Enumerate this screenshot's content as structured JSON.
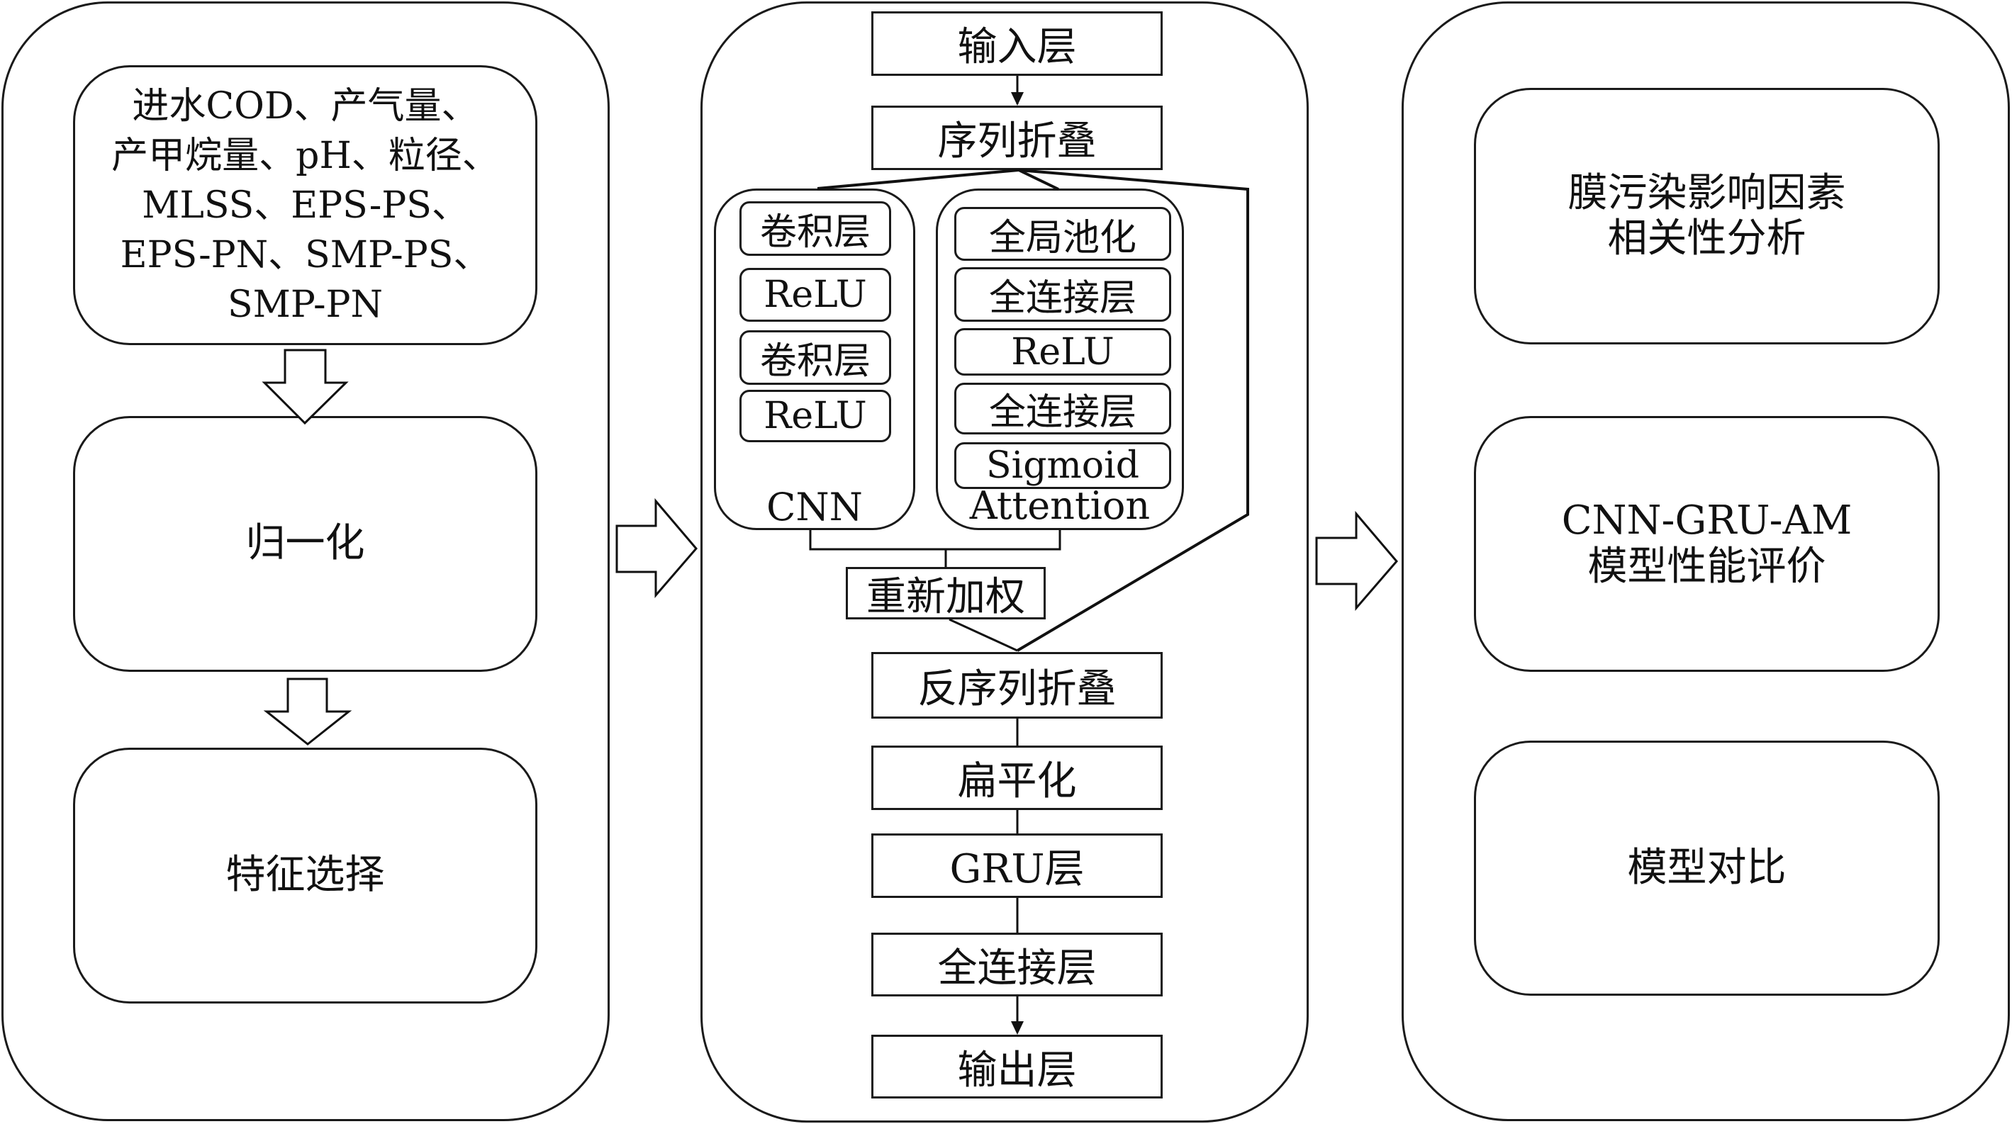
{
  "left_panel": {
    "inputs": {
      "lines": [
        "进水COD、产气量、",
        "产甲烷量、pH、粒径、",
        "MLSS、EPS-PS、",
        "EPS-PN、SMP-PS、",
        "SMP-PN"
      ]
    },
    "normalize": "归一化",
    "feature_select": "特征选择"
  },
  "middle_panel": {
    "input_layer": "输入层",
    "seq_fold": "序列折叠",
    "cnn": {
      "label": "CNN",
      "layers": [
        "卷积层",
        "ReLU",
        "卷积层",
        "ReLU"
      ]
    },
    "attention": {
      "label": "Attention",
      "layers": [
        "全局池化",
        "全连接层",
        "ReLU",
        "全连接层",
        "Sigmoid"
      ]
    },
    "reweight": "重新加权",
    "seq_unfold": "反序列折叠",
    "flatten": "扁平化",
    "gru": "GRU层",
    "fc": "全连接层",
    "output_layer": "输出层"
  },
  "right_panel": {
    "items": [
      "膜污染影响因素\n相关性分析",
      "CNN-GRU-AM\n模型性能评价",
      "模型对比"
    ]
  },
  "icons": {
    "panel_arrow": "hollow-right-arrow",
    "step_arrow": "hollow-down-arrow"
  }
}
